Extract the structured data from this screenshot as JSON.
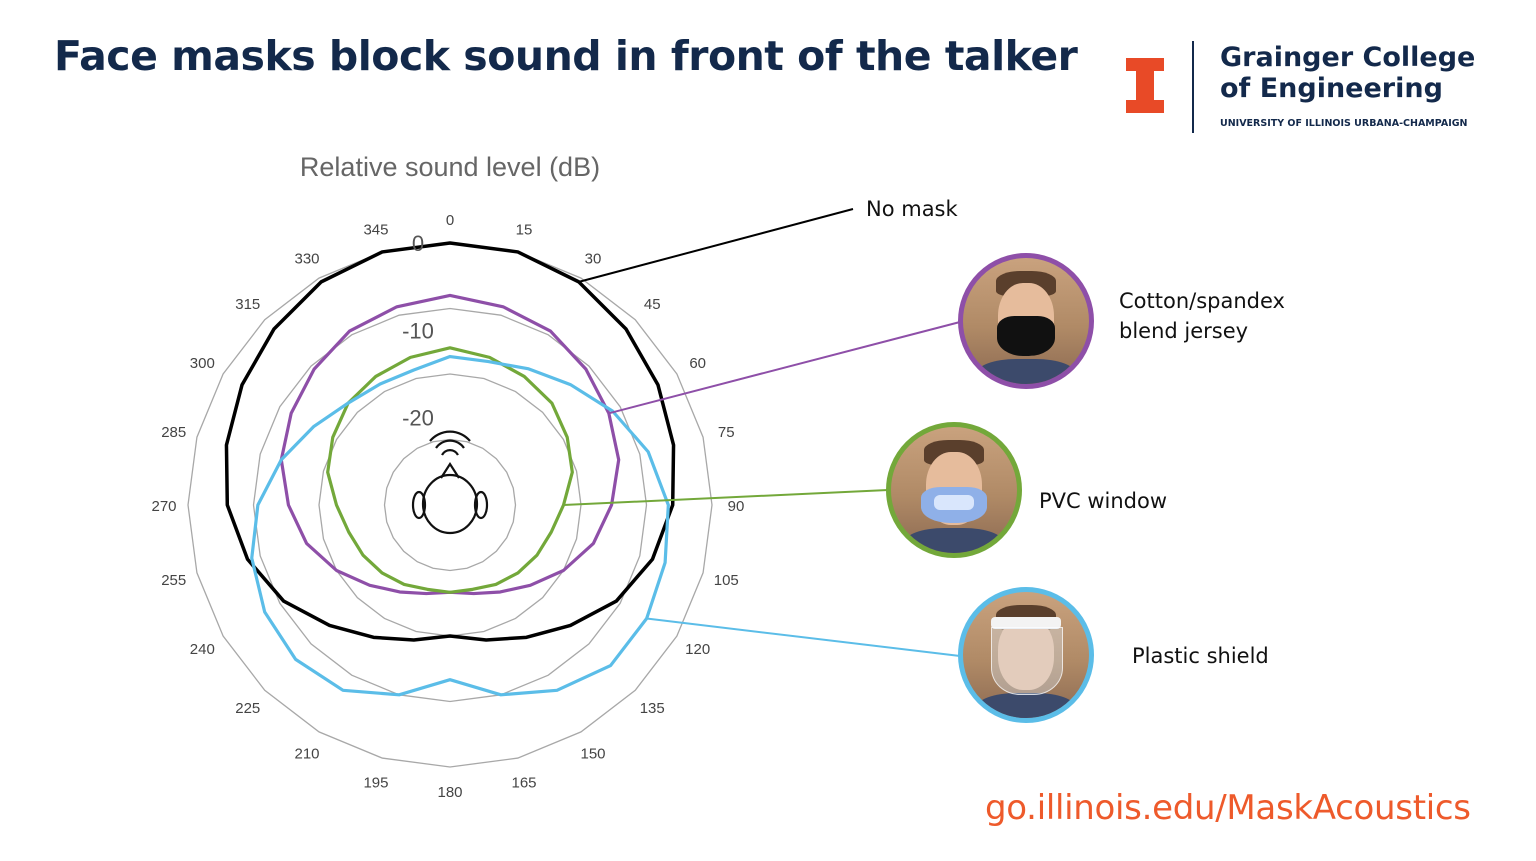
{
  "headline": "Face masks block sound in front of the talker",
  "logo": {
    "college_line1": "Grainger College",
    "college_line2": "of Engineering",
    "university": "UNIVERSITY OF ILLINOIS URBANA-CHAMPAIGN",
    "brand_orange": "#e84a27",
    "brand_navy": "#13294b"
  },
  "chart_data": {
    "type": "radar",
    "title": "Relative sound level (dB)",
    "angle_labels": [
      "0",
      "15",
      "30",
      "45",
      "60",
      "75",
      "90",
      "105",
      "120",
      "135",
      "150",
      "165",
      "180",
      "195",
      "210",
      "225",
      "240",
      "255",
      "270",
      "285",
      "300",
      "315",
      "330",
      "345"
    ],
    "radial_ticks": [
      "0",
      "-10",
      "-20"
    ],
    "radial_range": [
      -30,
      0
    ],
    "grid": true,
    "series": [
      {
        "name": "No mask",
        "color": "#000000",
        "values": [
          0,
          0,
          -0.5,
          -1.5,
          -2.5,
          -3.5,
          -4.5,
          -6,
          -8,
          -10.5,
          -12.5,
          -14,
          -15,
          -14,
          -12.5,
          -10.5,
          -8,
          -6,
          -4.5,
          -3.5,
          -2.5,
          -1.5,
          -0.5,
          0
        ]
      },
      {
        "name": "Cotton/spandex blend jersey",
        "color": "#8e4fa8",
        "values": [
          -6,
          -6.5,
          -7,
          -8,
          -9,
          -10,
          -11.5,
          -13,
          -15,
          -17,
          -18.5,
          -19.5,
          -20,
          -19.5,
          -18.5,
          -17,
          -15,
          -13,
          -11.5,
          -10,
          -9,
          -8,
          -7,
          -6.5
        ]
      },
      {
        "name": "PVC window",
        "color": "#73a83a",
        "values": [
          -12,
          -12.5,
          -13,
          -13.5,
          -14.5,
          -15.5,
          -17,
          -18,
          -18.5,
          -19,
          -19.5,
          -20,
          -20,
          -20,
          -19.5,
          -19,
          -18.5,
          -18,
          -17,
          -15.5,
          -14.5,
          -13.5,
          -13,
          -12.5
        ]
      },
      {
        "name": "Plastic shield",
        "color": "#5bbde8",
        "values": [
          -13,
          -13,
          -12,
          -10.5,
          -8.5,
          -6.5,
          -5,
          -4.5,
          -4,
          -4,
          -5.5,
          -7.5,
          -10,
          -7.5,
          -5.5,
          -5,
          -5.5,
          -6.5,
          -8,
          -10,
          -12,
          -13.5,
          -14,
          -14
        ]
      }
    ]
  },
  "annotations": {
    "no_mask": "No mask",
    "jersey": "Cotton/spandex blend jersey",
    "pvc": "PVC window",
    "shield": "Plastic shield"
  },
  "url": "go.illinois.edu/MaskAcoustics"
}
